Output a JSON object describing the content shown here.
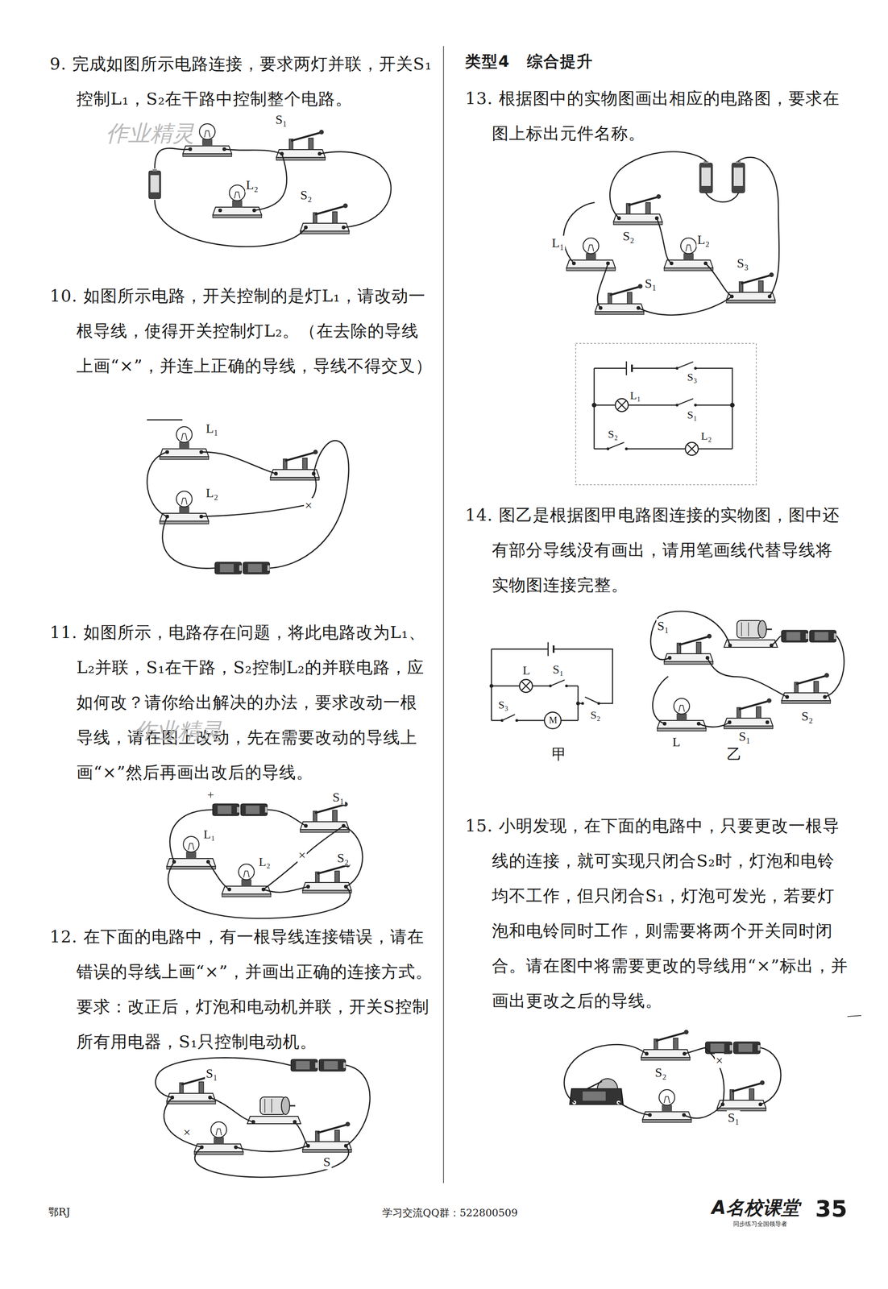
{
  "diagram": {
    "labels": [
      "9. 完成如图所示电路连接，要求两灯并联，开关S₁控制L₁，S₂在干路中控制整个电路。",
      "作业精灵",
      "S₁",
      "L₂",
      "S₂",
      "10. 如图所示电路，开关控制的是灯L₁，请改动一根导线，使得开关控制灯L₂。（在去除的导线上画“×”，并连上正确的导线，导线不得交叉）",
      "L₁",
      "L₂",
      "×",
      "11. 如图所示，电路存在问题，将此电路改为L₁、L₂并联，S₁在干路，S₂控制L₂的并联电路，应如何改？请你给出解决的办法，要求改动一根导线，请在图上改动，先在需要改动的导线上画“×”然后再画出改后的导线。",
      "作业精灵",
      "+",
      "S₁",
      "L₁",
      "L₂",
      "×",
      "S₂",
      "12. 在下面的电路中，有一根导线连接错误，请在错误的导线上画“×”，并画出正确的连接方式。要求：改正后，灯泡和电动机并联，开关S控制所有用电器，S₁只控制电动机。",
      "S₁",
      "×",
      "S",
      "类型4　综合提升",
      "13. 根据图中的实物图画出相应的电路图，要求在图上标出元件名称。",
      "L₁",
      "S₂",
      "L₂",
      "S₃",
      "S₁",
      "S₃",
      "L₁",
      "S₁",
      "S₂",
      "L₂",
      "14. 图乙是根据图甲电路图连接的实物图，图中还有部分导线没有画出，请用笔画线代替导线将实物图连接完整。",
      "L",
      "S₁",
      "S₃",
      "M",
      "S₂",
      "甲",
      "S₁",
      "L",
      "S₁",
      "S₂",
      "乙",
      "15. 小明发现，在下面的电路中，只要更改一根导线的连接，就可实现只闭合S₂时，灯泡和电铃均不工作，但只闭合S₁，灯泡可发光，若要灯泡和电铃同时工作，则需要将两个开关同时闭合。请在图中将需要更改的导线用“×”标出，并画出更改之后的导线。",
      "S₂",
      "×",
      "S₁",
      "鄂RJ",
      "学习交流QQ群：522800509",
      "A名校课堂",
      "同步练习全国领导者",
      "35"
    ]
  }
}
